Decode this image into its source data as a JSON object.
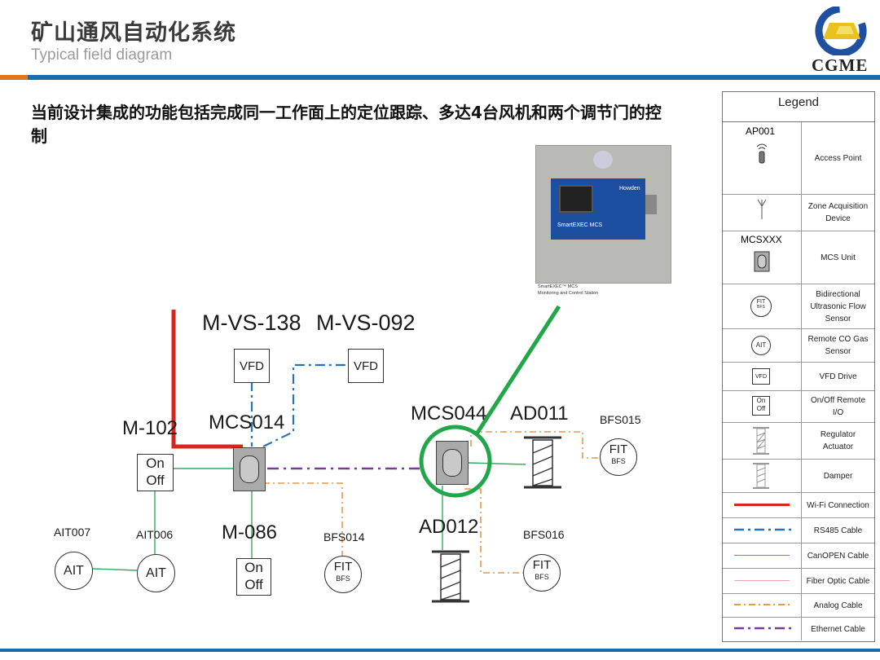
{
  "header": {
    "title": "矿山通风自动化系统",
    "subtitle": "Typical field diagram",
    "logo_text": "CGME"
  },
  "headline": "当前设计集成的功能包括完成同一工作面上的定位跟踪、多达4台风机和两个调节门的控制",
  "photo": {
    "brand": "Howden",
    "screen_title": "SmartEXEC MCS",
    "caption_line1": "SmartEXEC™ MCS",
    "caption_line2": "Monitoring and Control Station"
  },
  "diagram": {
    "labels": {
      "m_vs_138": "M-VS-138",
      "m_vs_092": "M-VS-092",
      "m_102": "M-102",
      "mcs014": "MCS014",
      "mcs044": "MCS044",
      "ad011": "AD011",
      "ad012": "AD012",
      "m_086": "M-086",
      "bfs015": "BFS015",
      "bfs014": "BFS014",
      "bfs016": "BFS016",
      "ait007": "AIT007",
      "ait006": "AIT006"
    },
    "vfd": "VFD",
    "on": "On",
    "off": "Off",
    "ait": "AIT",
    "fit": "FIT",
    "bfs": "BFS"
  },
  "legend": {
    "title": "Legend",
    "ap_label": "AP001",
    "mcs_label": "MCSXXX",
    "rows": [
      {
        "text": "Access Point"
      },
      {
        "text": "Zone Acquisition Device"
      },
      {
        "text": "MCS Unit"
      },
      {
        "text": "Bidirectional Ultrasonic Flow Sensor"
      },
      {
        "text": "Remote CO Gas Sensor"
      },
      {
        "text": "VFD Drive"
      },
      {
        "text": "On/Off Remote I/O"
      },
      {
        "text": "Regulator Actuator"
      },
      {
        "text": "Damper"
      },
      {
        "text": "Wi-Fi Connection"
      },
      {
        "text": "RS485 Cable"
      },
      {
        "text": "CanOPEN Cable"
      },
      {
        "text": "Fiber Optic Cable"
      },
      {
        "text": "Analog Cable"
      },
      {
        "text": "Ethernet Cable"
      }
    ],
    "sym_fit": "FIT",
    "sym_bfs": "BFS",
    "sym_ait": "AIT",
    "sym_vfd": "VFD",
    "sym_on": "On",
    "sym_off": "Off"
  },
  "colors": {
    "wifi": "#d8261f",
    "rs485": "#2a72b8",
    "canopen": "#3aa860",
    "fiber": "#e9a7b5",
    "analog": "#e29a4b",
    "ethernet": "#7a3a9a",
    "highlight": "#22a64a",
    "blue_bar": "#1c6aa7",
    "orange_bar": "#e0761b"
  }
}
